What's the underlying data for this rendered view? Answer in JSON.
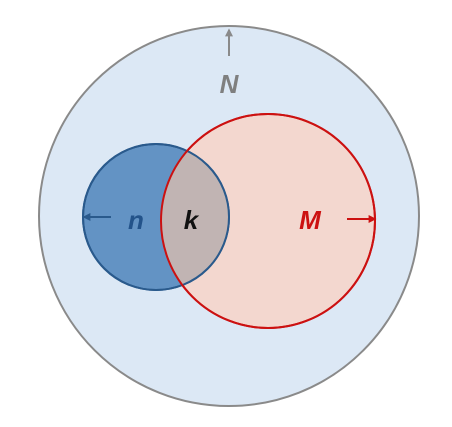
{
  "diagram": {
    "labels": {
      "population": "N",
      "sample": "n",
      "successes": "M",
      "overlap": "k"
    },
    "colors": {
      "outer_fill": "#dce8f5",
      "outer_stroke": "#8a8a8a",
      "sample_fill": "#6393c4",
      "sample_stroke": "#2a5a8c",
      "successes_fill": "#f3d7cf",
      "successes_stroke": "#cc1111",
      "overlap_fill": "#c1b4b3",
      "label_population": "#7f7f7f",
      "label_sample": "#23538a",
      "label_successes": "#cc1111",
      "label_overlap": "#111111"
    }
  }
}
